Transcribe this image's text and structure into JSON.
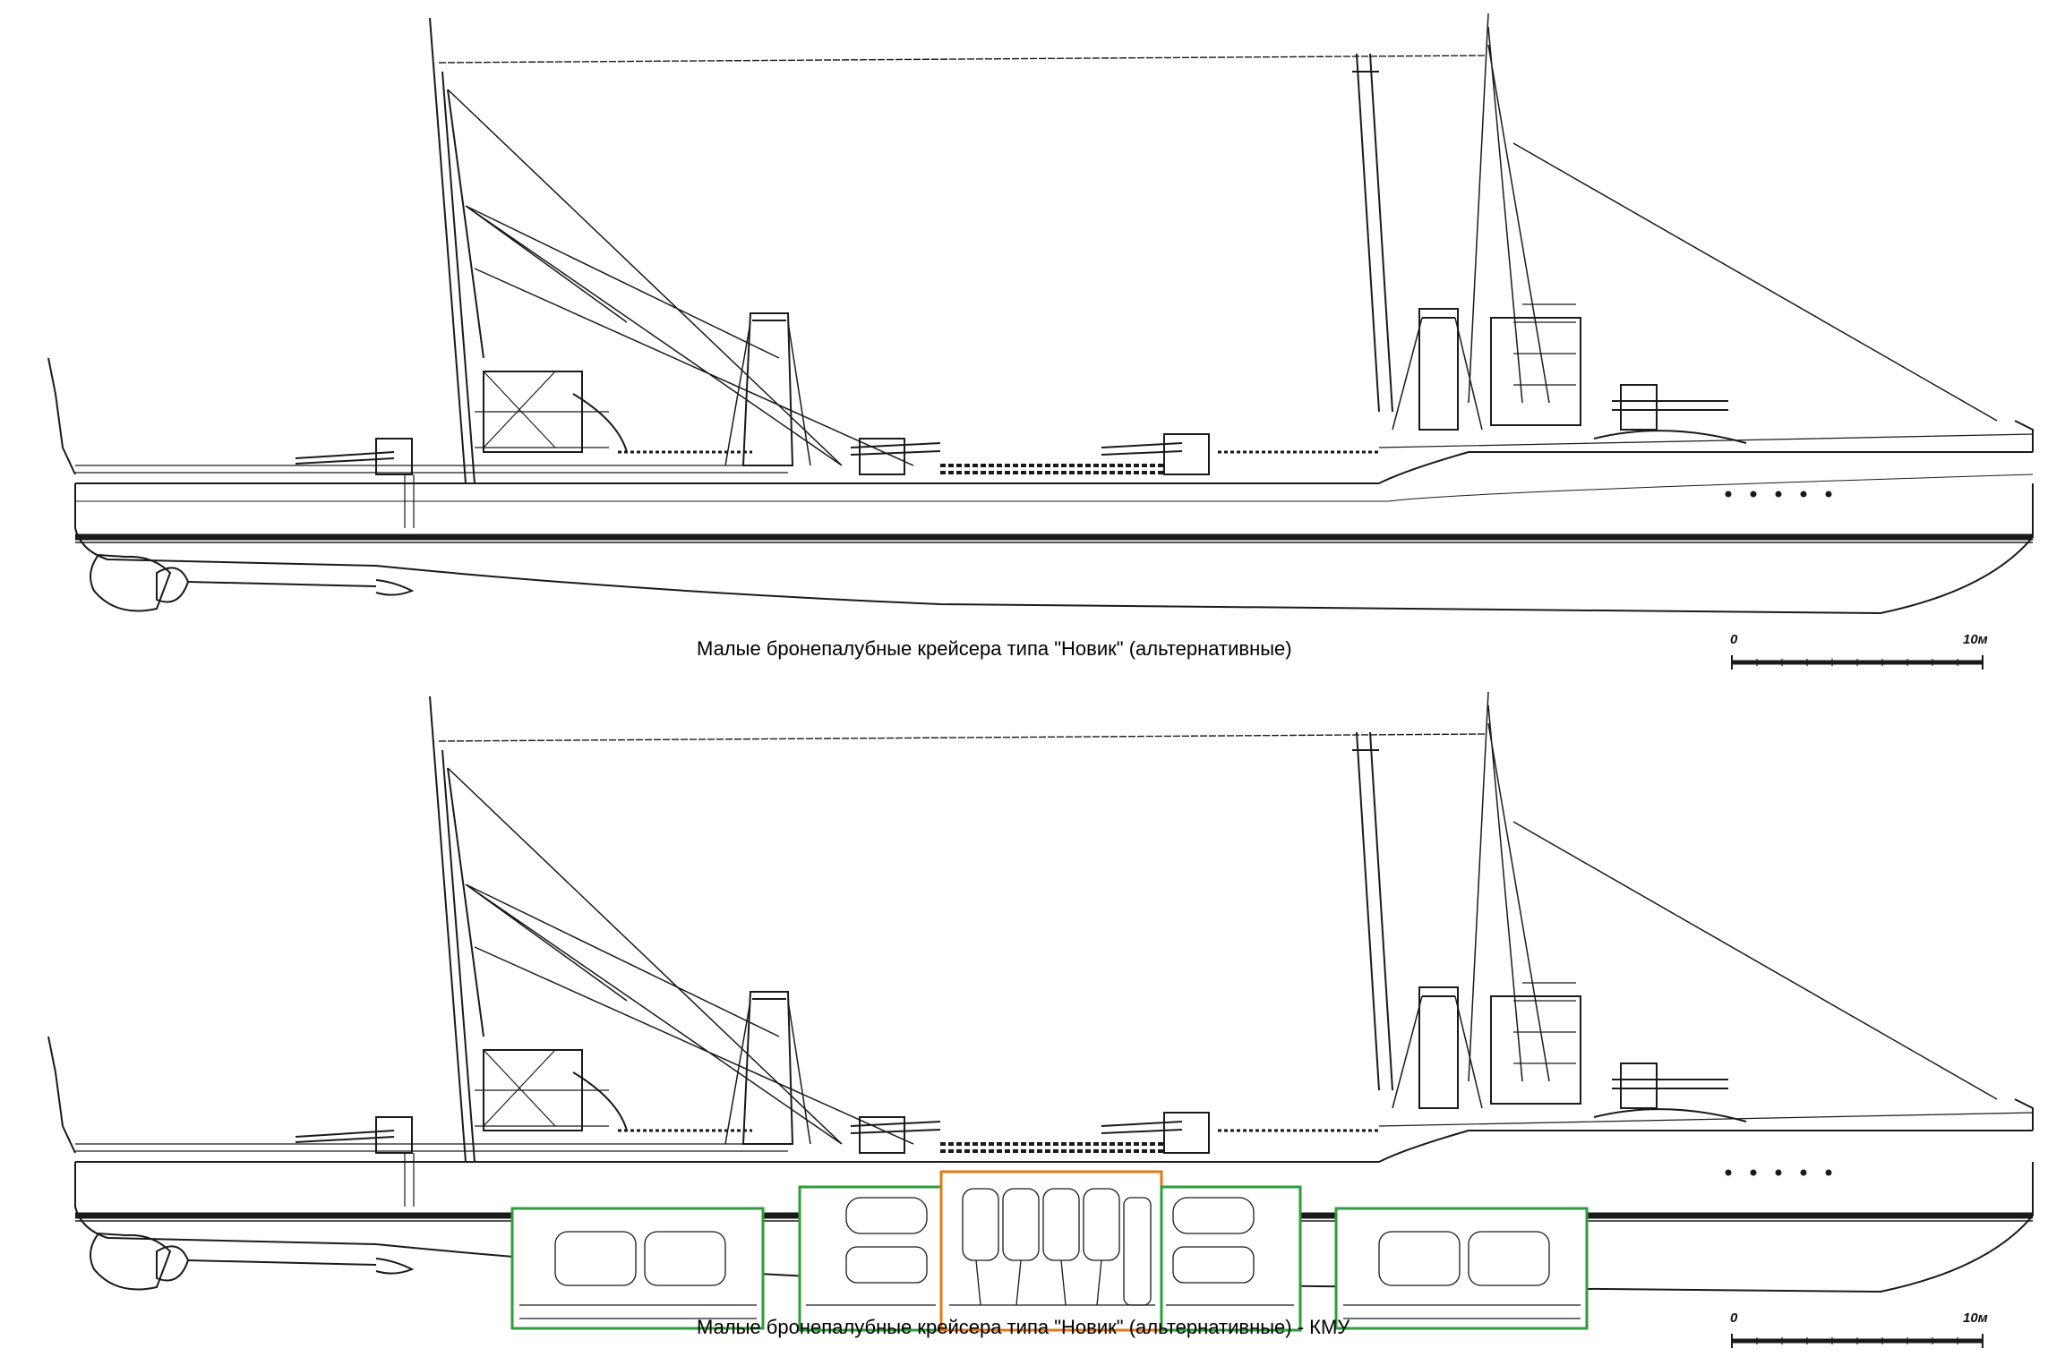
{
  "panels": [
    {
      "caption": "Малые бронепалубные крейсера типа \"Новик\" (альтернативные)",
      "scale": {
        "zero": "0",
        "ten": "10м"
      }
    },
    {
      "caption": "Малые бронепалубные крейсера типа \"Новик\" (альтернативные) - КМУ",
      "scale": {
        "zero": "0",
        "ten": "10м"
      }
    }
  ],
  "colors": {
    "line": "#1a1a1a",
    "boiler_box": "#2e9e3a",
    "engine_box": "#e07a16"
  }
}
